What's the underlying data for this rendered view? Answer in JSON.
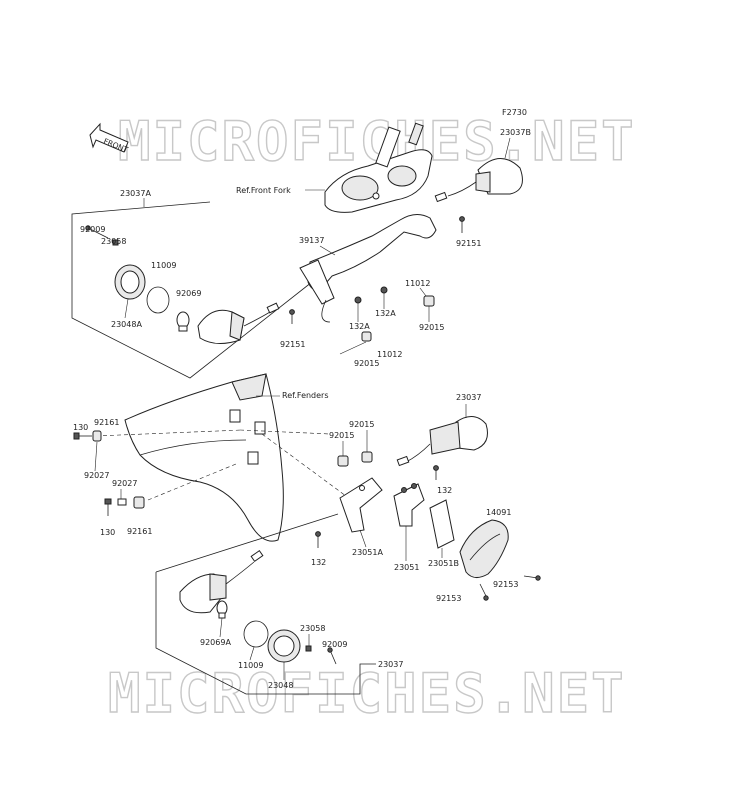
{
  "diagram": {
    "code": "F2730",
    "front_arrow": "FRONT",
    "watermark": "MICROFICHES.NET",
    "refs": {
      "front_fork": "Ref.Front Fork",
      "fenders": "Ref.Fenders"
    },
    "parts": {
      "p23037A": "23037A",
      "p23037B": "23037B",
      "p23037": "23037",
      "p23037b": "23037",
      "p39137": "39137",
      "p92009a": "92009",
      "p92009b": "92009",
      "p23058a": "23058",
      "p23058b": "23058",
      "p11009a": "11009",
      "p11009b": "11009",
      "p92069": "92069",
      "p92069A": "92069A",
      "p23048A": "23048A",
      "p23048": "23048",
      "p92151a": "92151",
      "p92151b": "92151",
      "p132Aa": "132A",
      "p132Ab": "132A",
      "p11012a": "11012",
      "p11012b": "11012",
      "p92015a": "92015",
      "p92015b": "92015",
      "p92015c": "92015",
      "p92015d": "92015",
      "p130a": "130",
      "p130b": "130",
      "p92161a": "92161",
      "p92161b": "92161",
      "p92027a": "92027",
      "p92027b": "92027",
      "p132a": "132",
      "p132b": "132",
      "p23051A": "23051A",
      "p23051": "23051",
      "p23051B": "23051B",
      "p14091": "14091",
      "p92153a": "92153",
      "p92153b": "92153"
    }
  }
}
